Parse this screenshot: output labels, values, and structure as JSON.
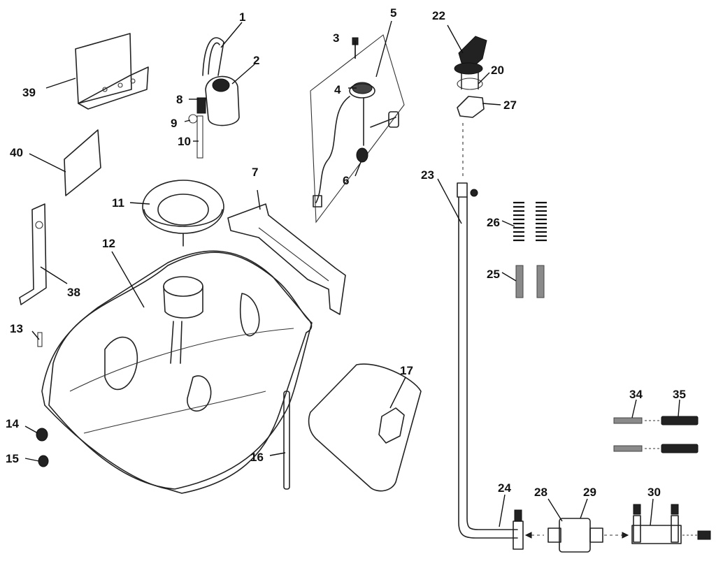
{
  "callouts": {
    "c1": "1",
    "c2": "2",
    "c3": "3",
    "c4": "4",
    "c5": "5",
    "c6": "6",
    "c7": "7",
    "c8": "8",
    "c9": "9",
    "c10": "10",
    "c11": "11",
    "c12": "12",
    "c13": "13",
    "c14": "14",
    "c15": "15",
    "c16": "16",
    "c17": "17",
    "c20": "20",
    "c22": "22",
    "c23": "23",
    "c24": "24",
    "c25": "25",
    "c26": "26",
    "c27": "27",
    "c28": "28",
    "c29": "29",
    "c30": "30",
    "c34": "34",
    "c35": "35",
    "c38": "38",
    "c39": "39",
    "c40": "40"
  }
}
